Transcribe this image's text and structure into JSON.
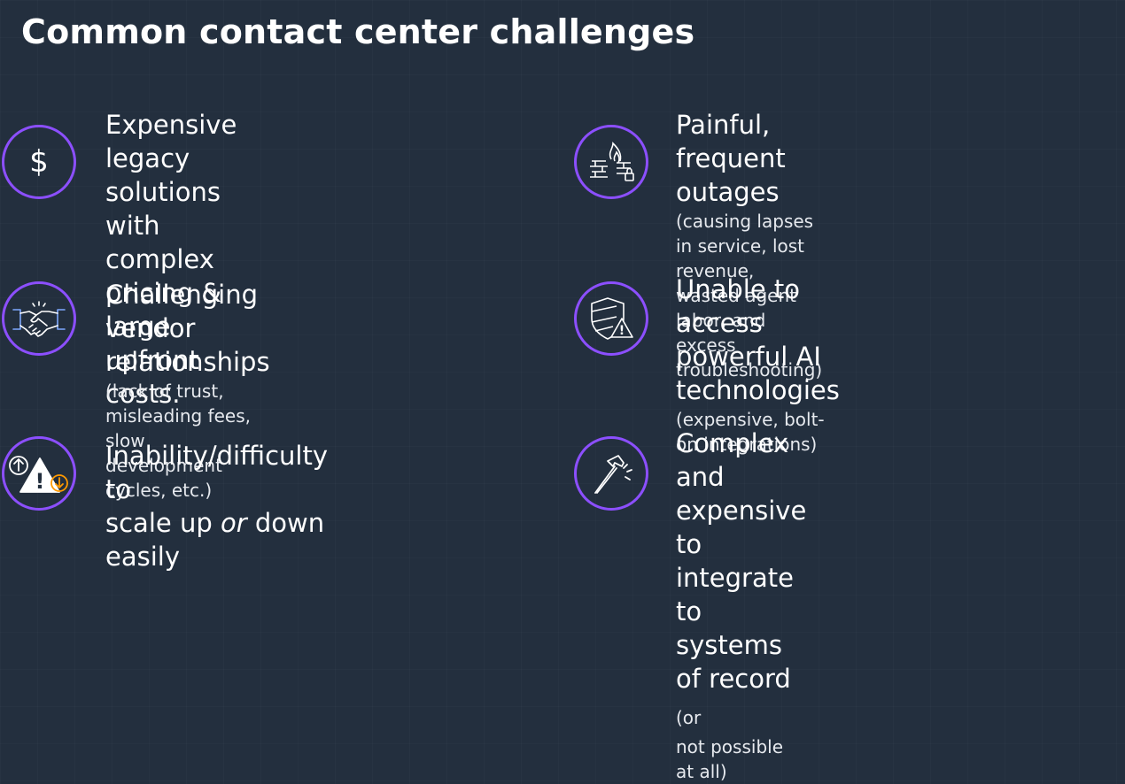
{
  "slide": {
    "title": "Common contact center challenges",
    "accent_color": "#8c4fff",
    "background_color": "#232f3e"
  },
  "challenges": [
    {
      "icon": "dollar-icon",
      "headline": "Expensive legacy solutions with\ncomplex pricing & large upfront\ncosts.",
      "detail": ""
    },
    {
      "icon": "firewall-fire-icon",
      "headline": "Painful, frequent outages",
      "detail": "(causing lapses in service, lost revenue,\nwasted agent labor, and excess\ntroubleshooting)"
    },
    {
      "icon": "handshake-icon",
      "headline": "Challenging vendor relationships",
      "detail": "(lack of trust, misleading fees, slow\ndevelopment cycles, etc.)"
    },
    {
      "icon": "shield-warning-icon",
      "headline": "Unable to access powerful AI\ntechnologies",
      "detail": "(expensive, bolt-on integrations)"
    },
    {
      "icon": "scale-warning-icon",
      "headline_part1": "Inability/difficulty to\nscale up ",
      "headline_emphasis": "or",
      "headline_part2": " down easily",
      "detail": ""
    },
    {
      "icon": "hammer-icon",
      "headline_line1": "Complex and expensive to",
      "headline_line2": "integrate to systems of record",
      "headline_suffix": " (or",
      "detail": "not possible at all)"
    }
  ]
}
